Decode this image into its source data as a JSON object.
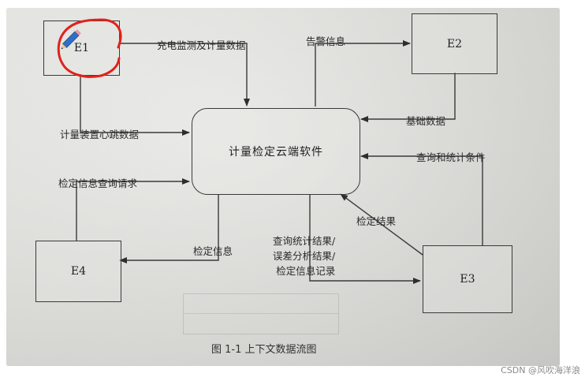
{
  "entities": {
    "e1": "E1",
    "e2": "E2",
    "e3": "E3",
    "e4": "E4"
  },
  "process": "计量检定云端软件",
  "flows": {
    "charging": "充电监测及计量数据",
    "alarm": "告警信息",
    "basic": "基础数据",
    "query_cond": "查询和统计条件",
    "heartbeat": "计量装置心跳数据",
    "verify_query": "检定信息查询请求",
    "verify_result": "检定结果",
    "verify_info": "检定信息",
    "stats_result": "查询统计结果/\n误差分析结果/\n检定信息记录"
  },
  "caption": "图 1-1  上下文数据流图",
  "watermark": "CSDN @风吹海洋浪",
  "icons": {
    "pencil": "pencil-icon",
    "annotation": "red-circle-annotation"
  },
  "colors": {
    "annotation_red": "#e0221b",
    "pencil_blue": "#2f6fc4"
  }
}
